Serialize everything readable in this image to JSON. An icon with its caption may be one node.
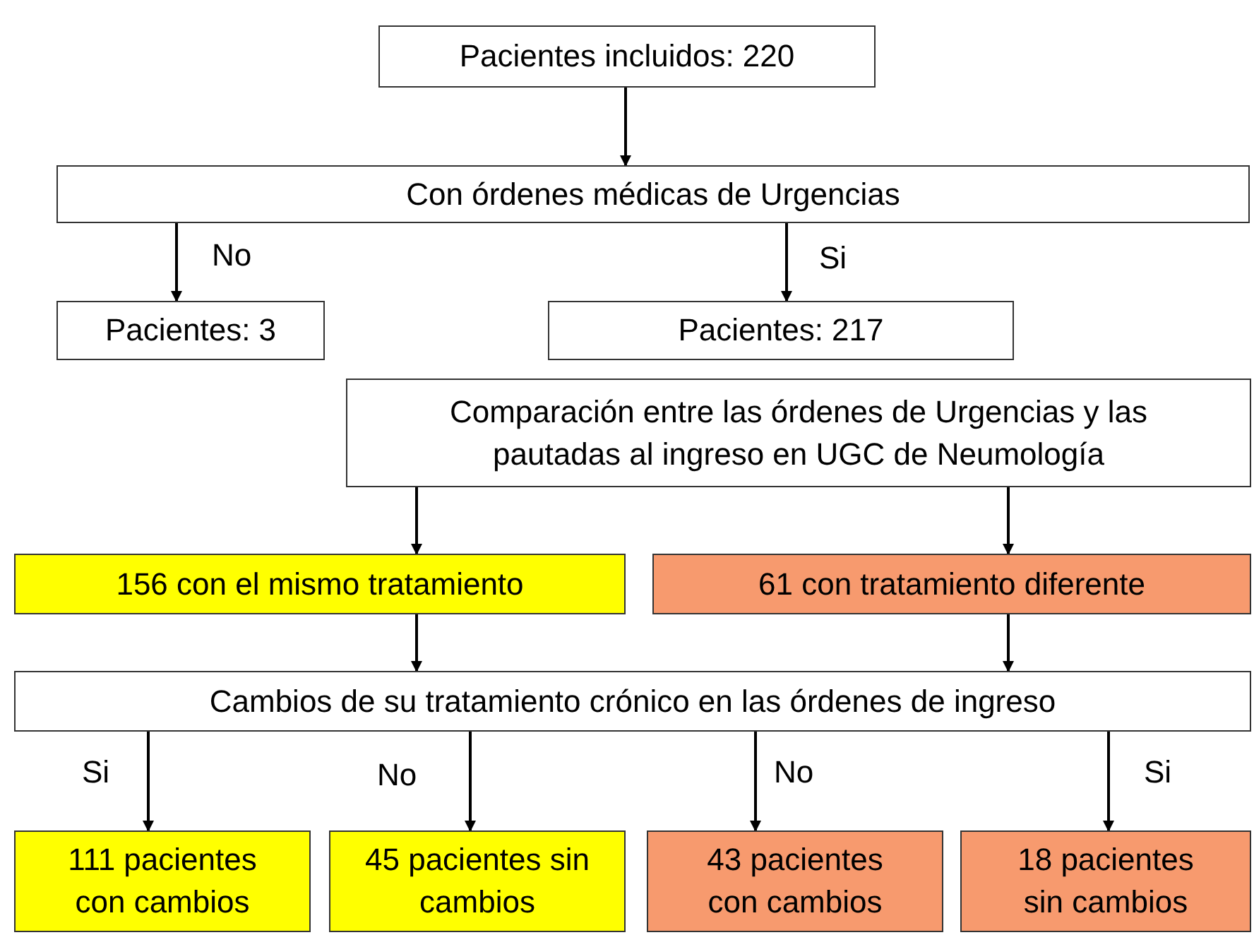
{
  "diagram": {
    "nodes": [
      {
        "text": [
          "Pacientes incluidos: 220"
        ]
      },
      {
        "text": [
          "Con órdenes médicas de Urgencias"
        ]
      },
      {
        "text": [
          "Pacientes: 3"
        ]
      },
      {
        "text": [
          "Pacientes: 217"
        ]
      },
      {
        "text": [
          "Comparación entre las órdenes de Urgencias y las pautadas al ingreso en UGC de Neumología"
        ]
      },
      {
        "text": [
          "156 con el mismo tratamiento"
        ]
      },
      {
        "text": [
          "61 con tratamiento diferente"
        ]
      },
      {
        "text": [
          "Cambios de su tratamiento crónico en las órdenes de ingreso"
        ]
      },
      {
        "text": [
          "111 pacientes con cambios"
        ]
      },
      {
        "text": [
          "45 pacientes sin cambios"
        ]
      },
      {
        "text": [
          "43 pacientes con cambios"
        ]
      },
      {
        "text": [
          "18 pacientes sin cambios"
        ]
      }
    ],
    "edges": [
      {
        "from": 0,
        "to": 1,
        "arrow": "to"
      },
      {
        "from": 1,
        "to": 2,
        "arrow": "to",
        "label": "No"
      },
      {
        "from": 1,
        "to": 3,
        "arrow": "to",
        "label": "Si"
      },
      {
        "from": 4,
        "to": 5,
        "arrow": "to"
      },
      {
        "from": 4,
        "to": 6,
        "arrow": "to"
      },
      {
        "from": 5,
        "to": 7,
        "arrow": "to"
      },
      {
        "from": 6,
        "to": 7,
        "arrow": "to"
      },
      {
        "from": 7,
        "to": 8,
        "arrow": "to",
        "label": "Si"
      },
      {
        "from": 7,
        "to": 9,
        "arrow": "to",
        "label": "No"
      },
      {
        "from": 7,
        "to": 10,
        "arrow": "to",
        "label": "No"
      },
      {
        "from": 7,
        "to": 11,
        "arrow": "to",
        "label": "Si"
      }
    ]
  }
}
